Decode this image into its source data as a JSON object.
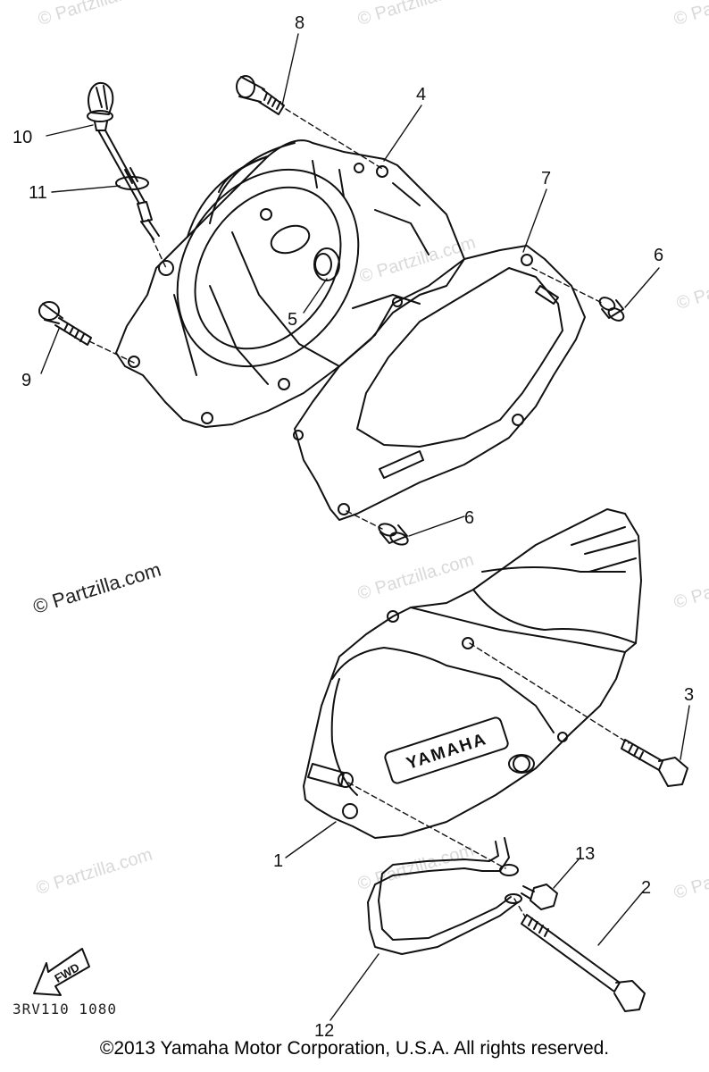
{
  "watermarks": {
    "text": "© Partzilla.com",
    "main": "© Partzilla.com"
  },
  "labels": {
    "p1": "1",
    "p2": "2",
    "p3": "3",
    "p4": "4",
    "p5": "5",
    "p6a": "6",
    "p6b": "6",
    "p7": "7",
    "p8": "8",
    "p9": "9",
    "p10": "10",
    "p11": "11",
    "p12": "12",
    "p13": "13"
  },
  "cover_logo": "YAMAHA",
  "fwd_arrow": "FWD",
  "diagram_code": "3RV110 1080",
  "copyright": "©2013 Yamaha Motor Corporation, U.S.A. All rights reserved."
}
